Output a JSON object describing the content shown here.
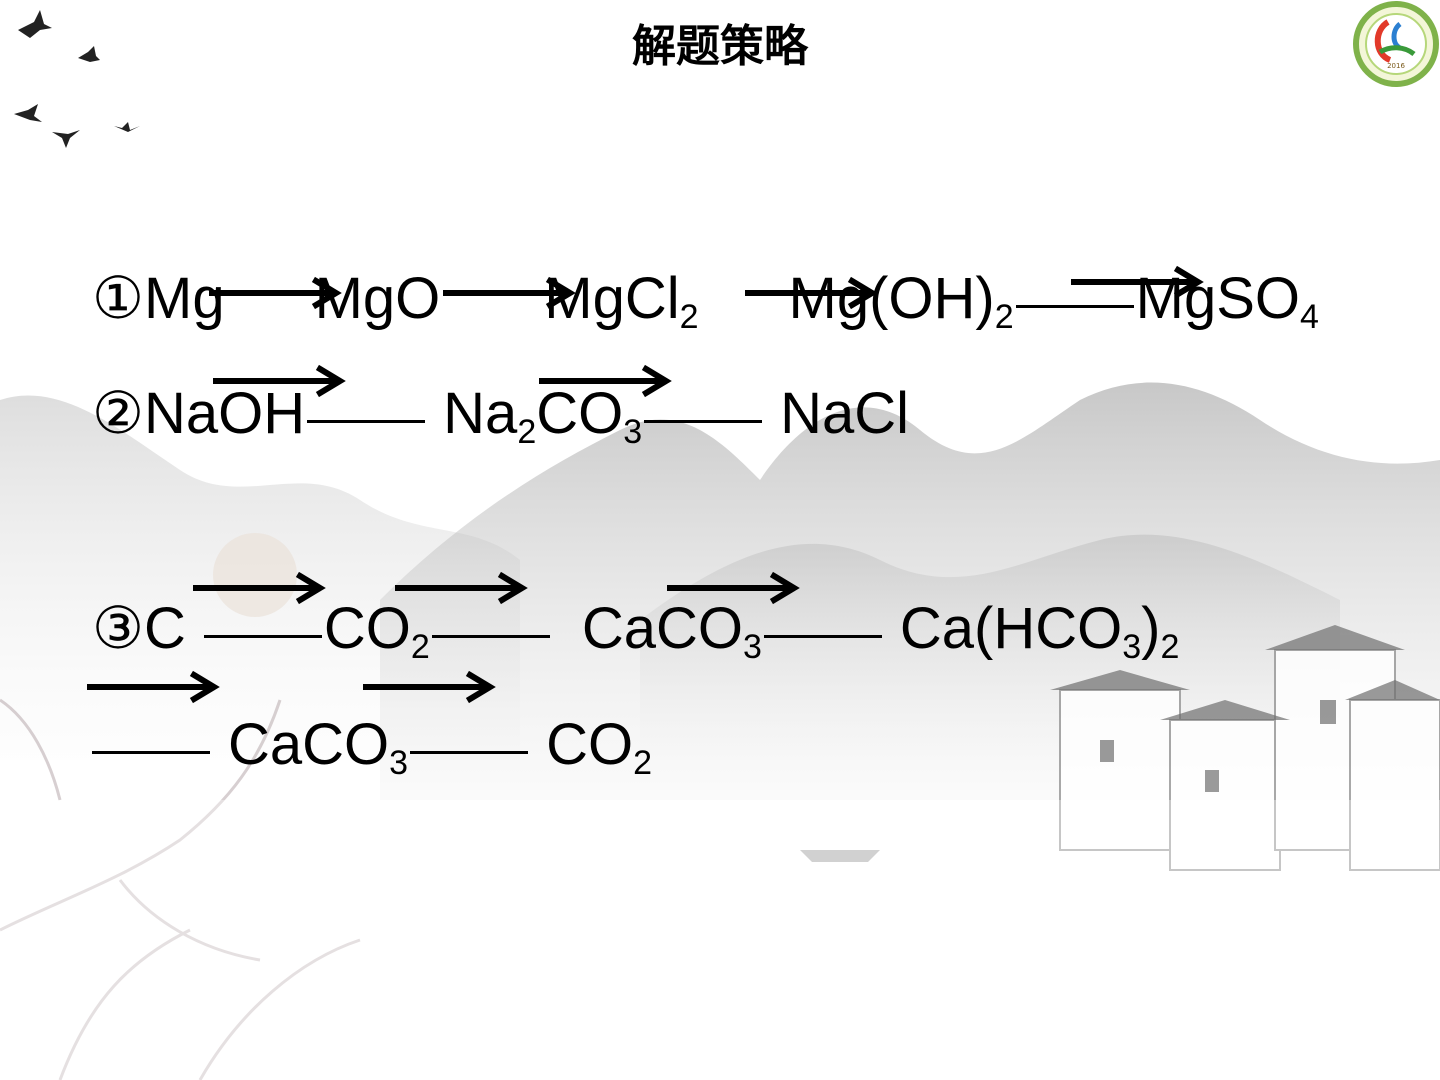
{
  "slide": {
    "title": "解题策略",
    "logo_year": "2016",
    "line1": {
      "num": "①",
      "s1": "Mg",
      "s2": "MgO",
      "s3": "MgCl",
      "s3sub": "2",
      "s4": "Mg(OH)",
      "s4sub": "2",
      "s5": "MgSO",
      "s5sub": "4"
    },
    "line2": {
      "num": "②",
      "s1": "NaOH",
      "s2": "Na",
      "s2sub": "2",
      "s2b": "CO",
      "s2bsub": "3",
      "s3": "NaCl"
    },
    "line3": {
      "num": "③",
      "s1": "C",
      "s2": "CO",
      "s2sub": "2",
      "s3": "CaCO",
      "s3sub": "3",
      "s4": "Ca(HCO",
      "s4sub": "3",
      "s4c": ")",
      "s4csub": "2"
    },
    "line4": {
      "s1": "CaCO",
      "s1sub": "3",
      "s2": "CO",
      "s2sub": "2"
    }
  }
}
